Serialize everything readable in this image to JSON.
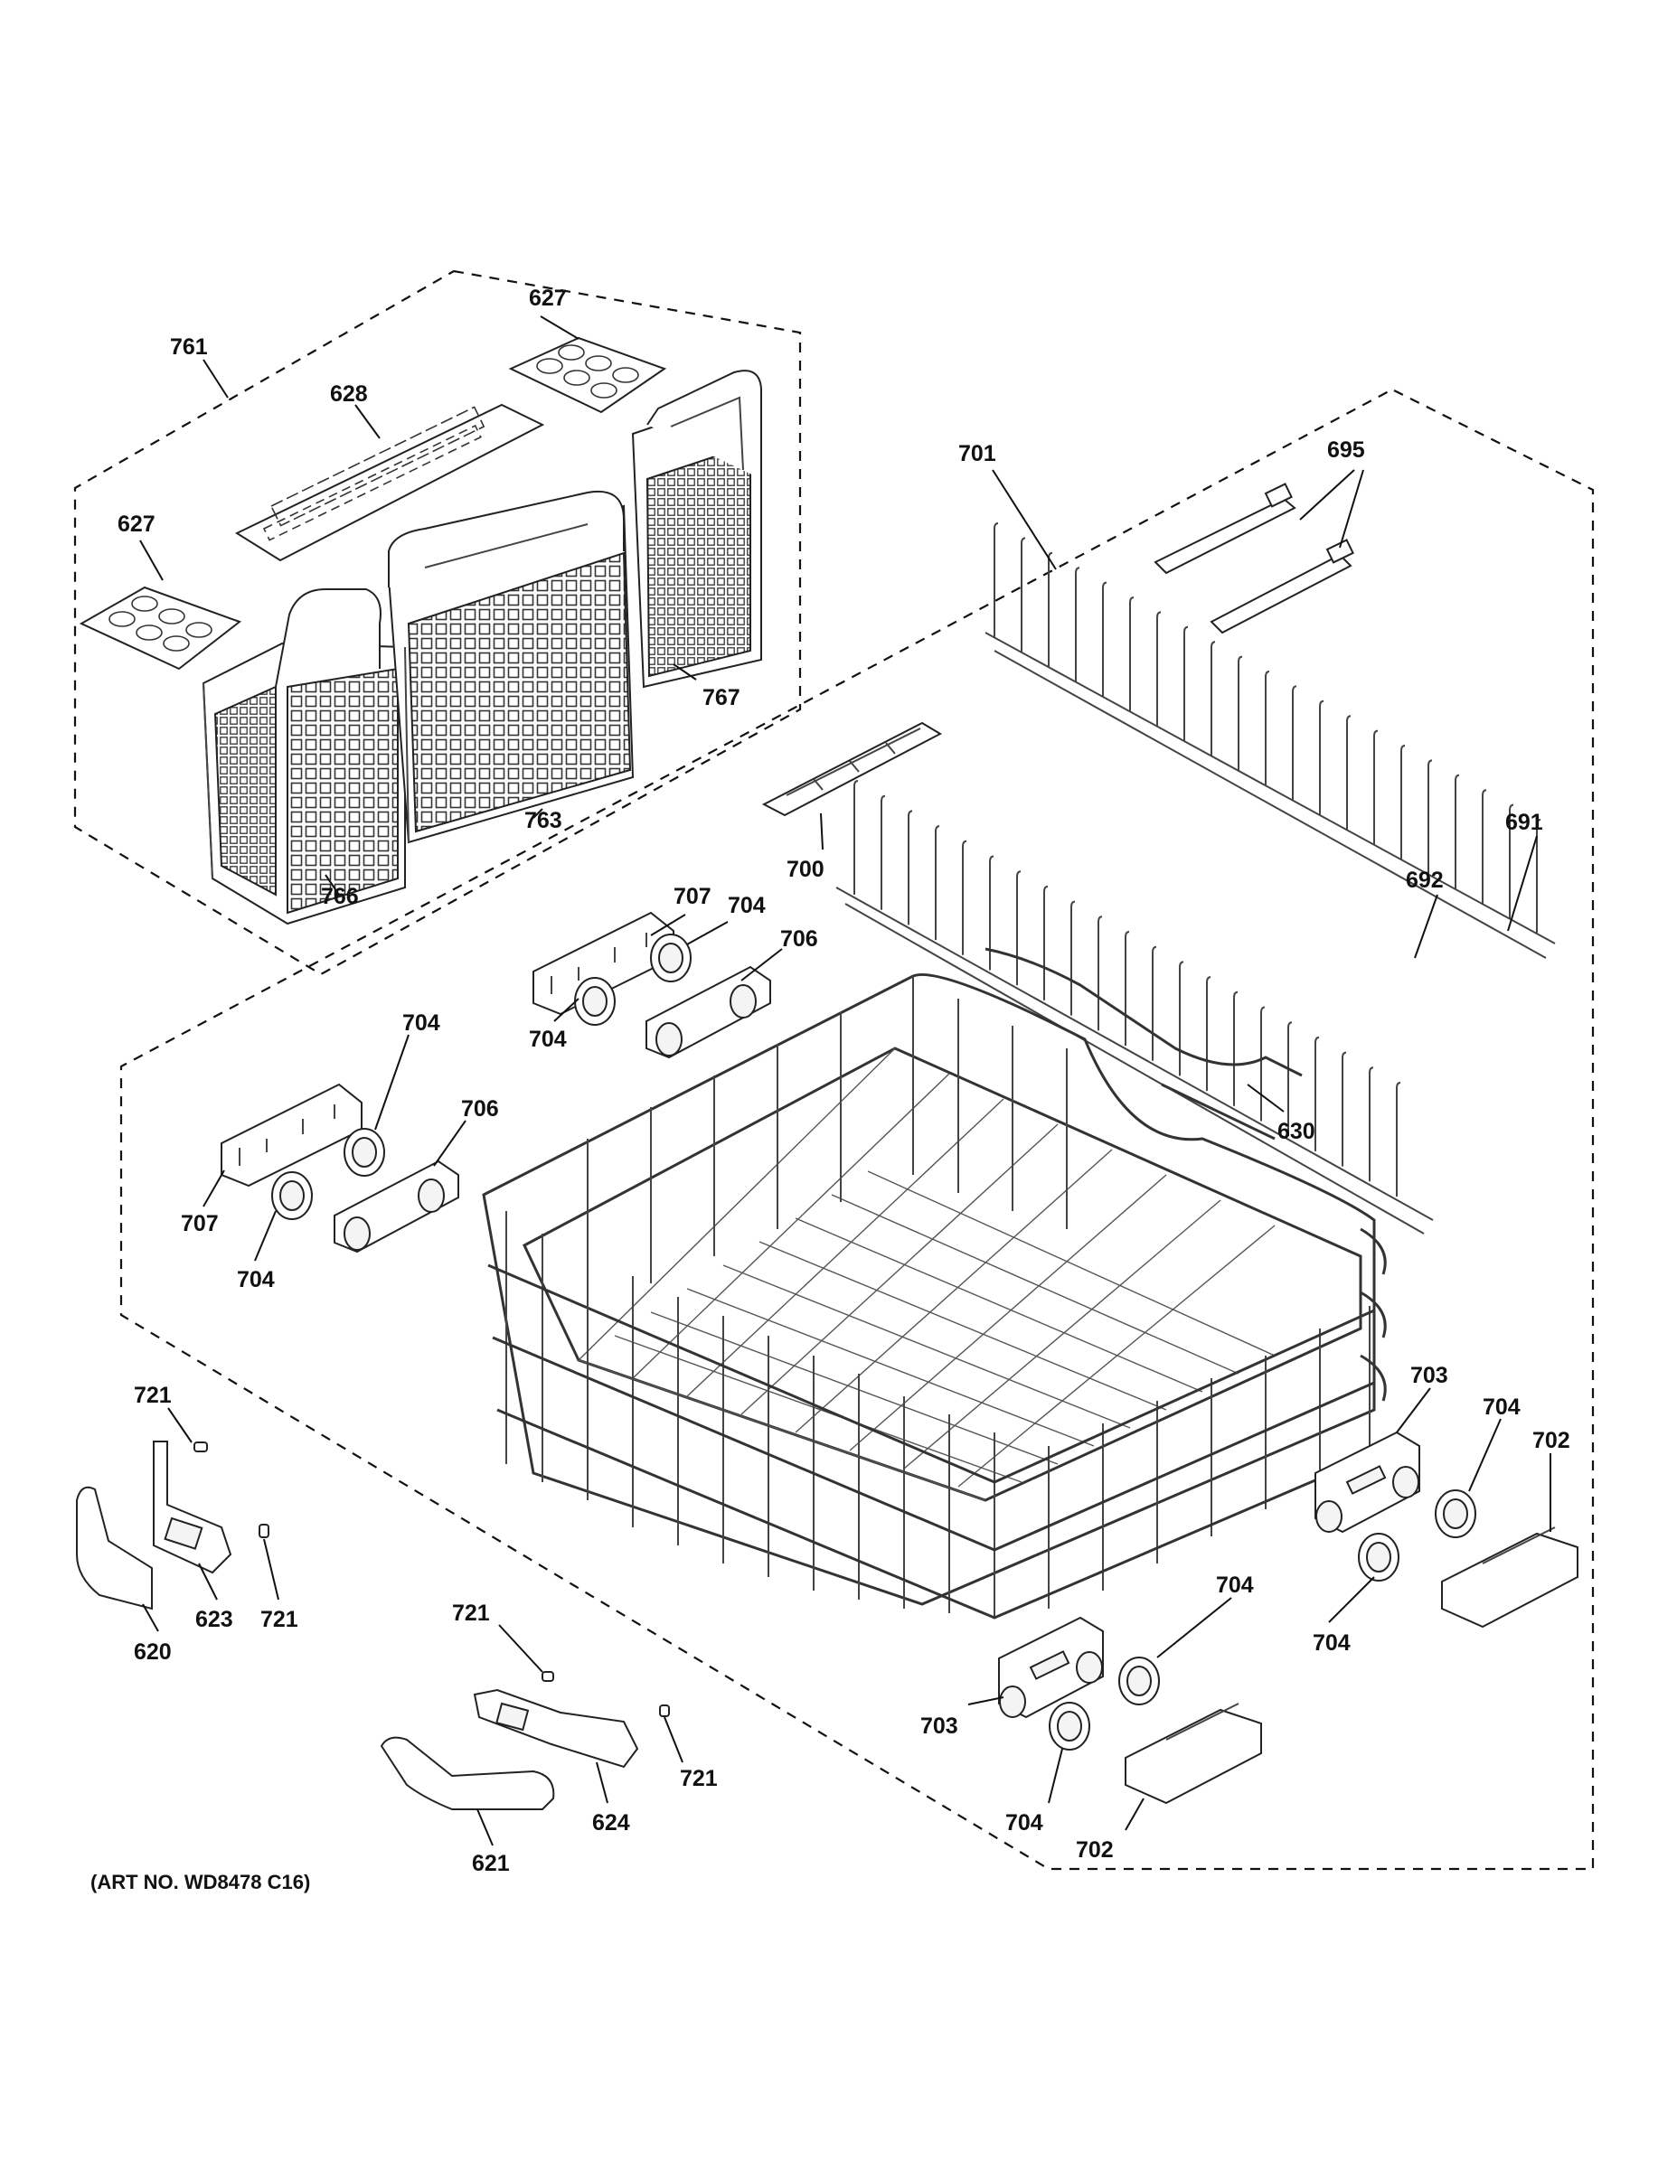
{
  "art_number": "(ART NO. WD8478 C16)",
  "callouts": {
    "c761": "761",
    "c627a": "627",
    "c628": "628",
    "c627b": "627",
    "c763": "763",
    "c766": "766",
    "c767": "767",
    "c701": "701",
    "c695": "695",
    "c691": "691",
    "c692": "692",
    "c700": "700",
    "c630": "630",
    "c707a": "707",
    "c704a": "704",
    "c706a": "706",
    "c704b": "704",
    "c704c": "704",
    "c706b": "706",
    "c707b": "707",
    "c704d": "704",
    "c721a": "721",
    "c721b": "721",
    "c623": "623",
    "c620": "620",
    "c721c": "721",
    "c721d": "721",
    "c624": "624",
    "c621": "621",
    "c703a": "703",
    "c704e": "704",
    "c702a": "702",
    "c704f": "704",
    "c704g": "704",
    "c703b": "703",
    "c704h": "704",
    "c702b": "702"
  }
}
